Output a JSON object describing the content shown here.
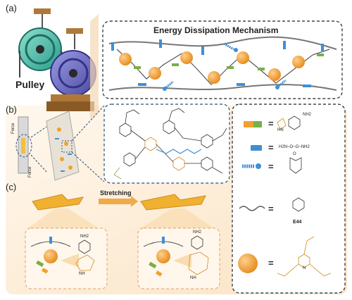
{
  "panels": {
    "a_tag": "(a)",
    "b_tag": "(b)",
    "c_tag": "(c)"
  },
  "pulley_label": "Pulley",
  "mechanism_title": "Energy Dissipation Mechanism",
  "stretch_label": "Stretching",
  "force_label": "Force",
  "equals": "=",
  "legend": {
    "nh2": "NH2",
    "hn": "HN",
    "amine_chain": "H2N~O~O~NH2",
    "e44": "E44",
    "o": "O",
    "nh": "NH",
    "n": "N"
  },
  "colors": {
    "orange": "#F0A030",
    "blue": "#3E8FD6",
    "green": "#7AAE4A",
    "teal": "#2FAFA0",
    "purple": "#5C5BB0",
    "wood": "#B07838"
  }
}
